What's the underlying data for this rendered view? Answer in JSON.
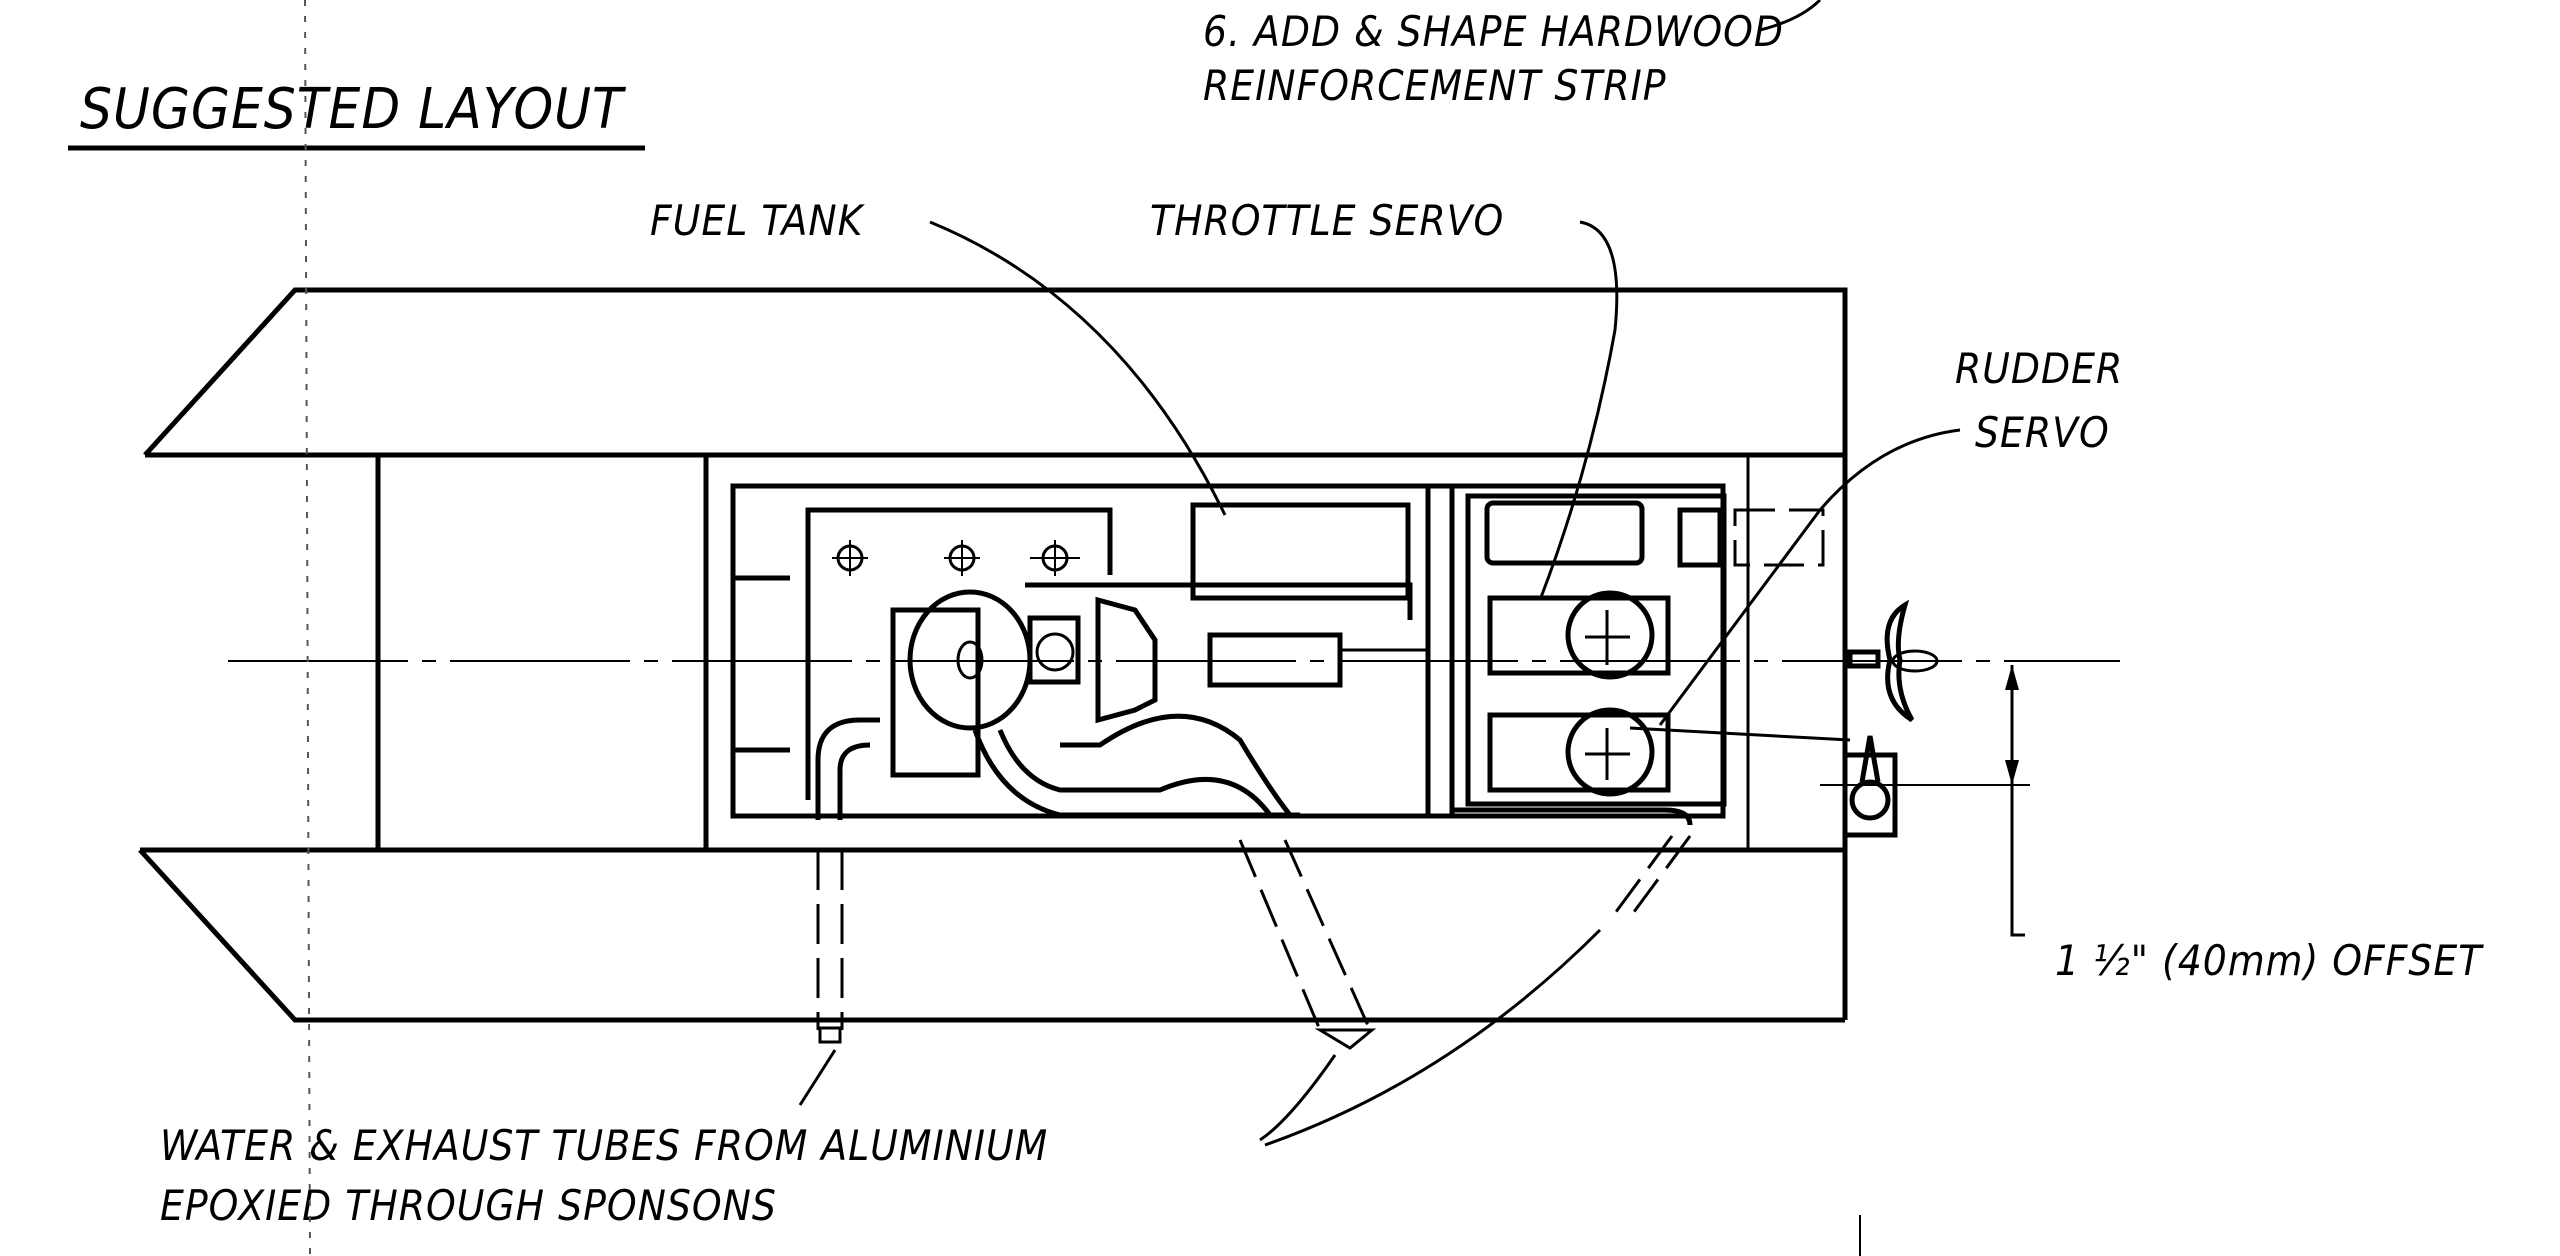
{
  "title": "SUGGESTED LAYOUT",
  "step_note": {
    "line1": "6. ADD & SHAPE HARDWOOD",
    "line2": "REINFORCEMENT STRIP"
  },
  "labels": {
    "fuel_tank": "FUEL TANK",
    "throttle_servo": "THROTTLE SERVO",
    "rudder_servo_1": "RUDDER",
    "rudder_servo_2": "SERVO",
    "offset": "1 ½\" (40mm) OFFSET",
    "tubes_1": "WATER & EXHAUST TUBES FROM ALUMINIUM",
    "tubes_2": "EPOXIED THROUGH SPONSONS"
  },
  "colors": {
    "ink": "#000000",
    "paper": "#ffffff"
  }
}
